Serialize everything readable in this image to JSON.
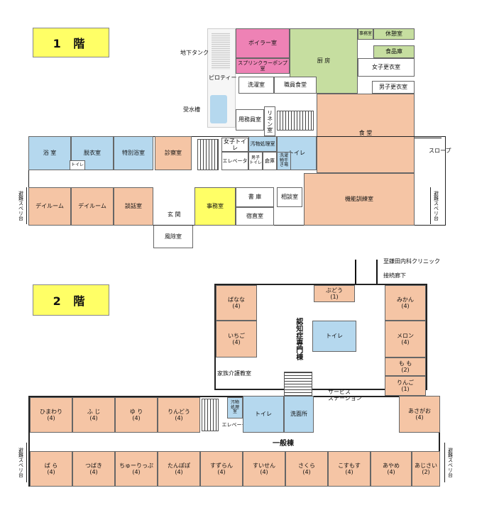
{
  "floor1": {
    "title": "1 階",
    "labels": {
      "boiler": "ボイラー室",
      "sprinkler_pump": "スプリンクラーポンプ室",
      "kitchen": "厨 房",
      "office_small": "事務室",
      "rest_room": "休憩室",
      "food_storage": "食品庫",
      "female_locker": "女子更衣室",
      "male_locker": "男子更衣室",
      "underground_tank": "地下タンク",
      "piloti": "ピロティー",
      "water_tank": "受水槽",
      "laundry": "洗濯室",
      "staff_dining": "職員食堂",
      "dining": "食 堂",
      "supplies": "用務員室",
      "linen": "リネン室",
      "bath": "浴 室",
      "dressing": "脱衣室",
      "toilet_small": "トイレ",
      "special_bath": "特別浴室",
      "exam": "診察室",
      "female_toilet": "女子トイレ",
      "filth": "汚物処理室",
      "toilet": "トイレ",
      "elevator": "エレベータ",
      "male_toilet": "男子\nトイレ",
      "storage": "倉庫",
      "washing": "洗濯\n物干\nき場",
      "slope": "スロープ",
      "evac_left": "避難スベリ台",
      "evac_right": "避難スベリ台",
      "dayroom1": "デイルーム",
      "dayroom2": "デイルーム",
      "talk": "談話室",
      "entrance": "玄 関",
      "office": "事務室",
      "library": "書 庫",
      "night_duty": "宿直室",
      "consult": "相談室",
      "rehab": "機能訓練室",
      "windbreak": "風除室"
    }
  },
  "floor2": {
    "title": "2 階",
    "labels": {
      "clinic": "至鎌田内科クリニック",
      "corridor": "接続廊下",
      "dementia_wing": "認知症専門棟",
      "general_wing": "一般棟",
      "toilet_center": "トイレ",
      "family_care": "家族介護教室",
      "service_station": "サービス\nステーション",
      "filth": "汚物\n処理\n室",
      "toilet": "トイレ",
      "washroom": "洗面所",
      "elevator": "エレベータ",
      "evac_left": "避難スベリ台",
      "evac_right": "避難スベリ台"
    },
    "dementia_rooms": [
      {
        "name": "ばなな",
        "cap": "(4)"
      },
      {
        "name": "いちご",
        "cap": "(4)"
      },
      {
        "name": "ぶどう",
        "cap": "(1)"
      },
      {
        "name": "みかん",
        "cap": "(4)"
      },
      {
        "name": "メロン",
        "cap": "(4)"
      },
      {
        "name": "も も",
        "cap": "(2)"
      },
      {
        "name": "りんご",
        "cap": "(1)"
      },
      {
        "name": "あさがお",
        "cap": "(4)"
      }
    ],
    "north_rooms": [
      {
        "name": "ひまわり",
        "cap": "(4)"
      },
      {
        "name": "ふ じ",
        "cap": "(4)"
      },
      {
        "name": "ゆ り",
        "cap": "(4)"
      },
      {
        "name": "りんどう",
        "cap": "(4)"
      }
    ],
    "south_rooms": [
      {
        "name": "ば ら",
        "cap": "(4)"
      },
      {
        "name": "つばき",
        "cap": "(4)"
      },
      {
        "name": "ちゅーりっぷ",
        "cap": "(4)"
      },
      {
        "name": "たんぽぽ",
        "cap": "(4)"
      },
      {
        "name": "すずらん",
        "cap": "(4)"
      },
      {
        "name": "すいせん",
        "cap": "(4)"
      },
      {
        "name": "さくら",
        "cap": "(4)"
      },
      {
        "name": "こすもす",
        "cap": "(4)"
      },
      {
        "name": "あやめ",
        "cap": "(4)"
      },
      {
        "name": "あじさい",
        "cap": "(2)"
      }
    ]
  },
  "colors": {
    "peach": "#f5c5a5",
    "blue": "#b5d8ee",
    "pink": "#ee82b5",
    "green": "#c6dea0",
    "yellow": "#ffff66"
  }
}
